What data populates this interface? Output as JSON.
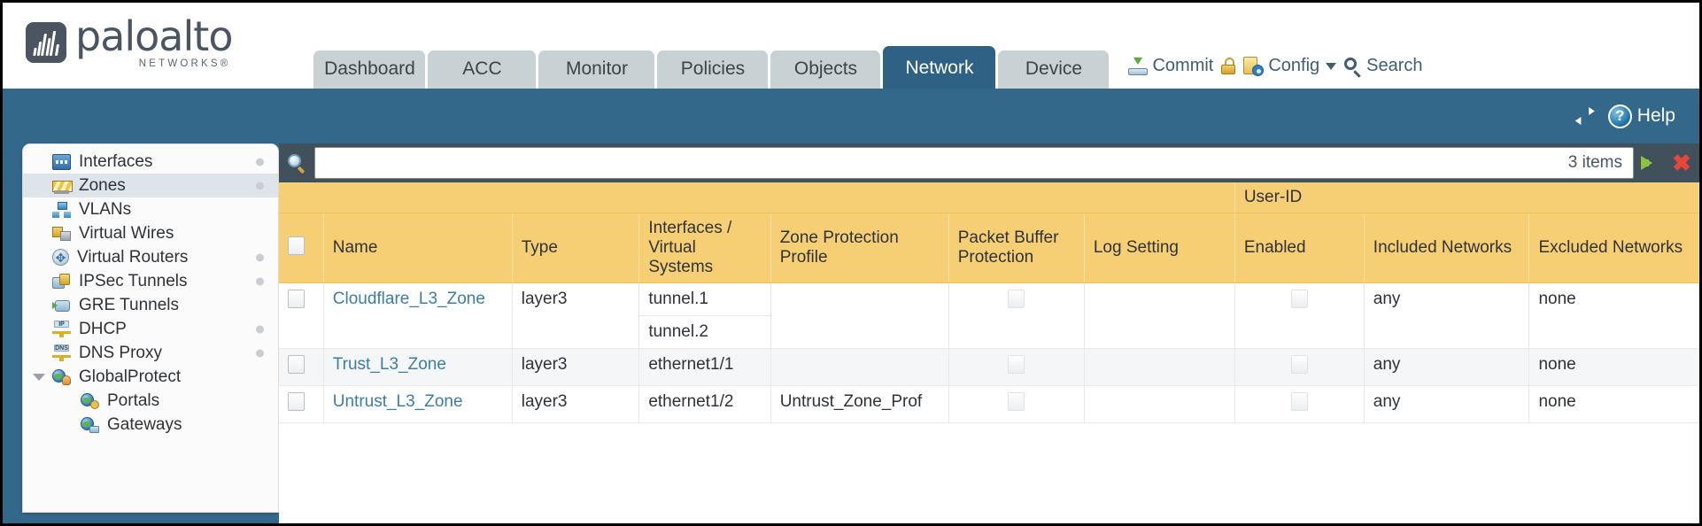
{
  "brand": {
    "name": "paloalto",
    "tagline": "NETWORKS®"
  },
  "tabs": [
    {
      "label": "Dashboard",
      "active": false
    },
    {
      "label": "ACC",
      "active": false
    },
    {
      "label": "Monitor",
      "active": false
    },
    {
      "label": "Policies",
      "active": false
    },
    {
      "label": "Objects",
      "active": false
    },
    {
      "label": "Network",
      "active": true
    },
    {
      "label": "Device",
      "active": false
    }
  ],
  "top_actions": {
    "commit": "Commit",
    "config": "Config",
    "search": "Search"
  },
  "blue_bar": {
    "help": "Help"
  },
  "sidebar": {
    "items": [
      {
        "label": "Interfaces",
        "icon": "interfaces-icon",
        "selected": false,
        "dot": true,
        "sub": false,
        "expander": false
      },
      {
        "label": "Zones",
        "icon": "zones-icon",
        "selected": true,
        "dot": true,
        "sub": false,
        "expander": false
      },
      {
        "label": "VLANs",
        "icon": "vlans-icon",
        "selected": false,
        "dot": false,
        "sub": false,
        "expander": false
      },
      {
        "label": "Virtual Wires",
        "icon": "virtual-wires-icon",
        "selected": false,
        "dot": false,
        "sub": false,
        "expander": false
      },
      {
        "label": "Virtual Routers",
        "icon": "virtual-routers-icon",
        "selected": false,
        "dot": true,
        "sub": false,
        "expander": false
      },
      {
        "label": "IPSec Tunnels",
        "icon": "ipsec-tunnels-icon",
        "selected": false,
        "dot": true,
        "sub": false,
        "expander": false
      },
      {
        "label": "GRE Tunnels",
        "icon": "gre-tunnels-icon",
        "selected": false,
        "dot": false,
        "sub": false,
        "expander": false
      },
      {
        "label": "DHCP",
        "icon": "dhcp-icon",
        "selected": false,
        "dot": true,
        "sub": false,
        "expander": false
      },
      {
        "label": "DNS Proxy",
        "icon": "dns-proxy-icon",
        "selected": false,
        "dot": true,
        "sub": false,
        "expander": false
      },
      {
        "label": "GlobalProtect",
        "icon": "globalprotect-icon",
        "selected": false,
        "dot": false,
        "sub": false,
        "expander": true
      },
      {
        "label": "Portals",
        "icon": "portals-icon",
        "selected": false,
        "dot": false,
        "sub": true,
        "expander": false
      },
      {
        "label": "Gateways",
        "icon": "gateways-icon",
        "selected": false,
        "dot": false,
        "sub": true,
        "expander": false
      }
    ]
  },
  "search": {
    "value": "",
    "item_count": "3 items"
  },
  "table": {
    "group_header": "User-ID",
    "columns": [
      "Name",
      "Type",
      "Interfaces / Virtual Systems",
      "Zone Protection Profile",
      "Packet Buffer Protection",
      "Log Setting",
      "Enabled",
      "Included Networks",
      "Excluded Networks"
    ],
    "rows": [
      {
        "name": "Cloudflare_L3_Zone",
        "type": "layer3",
        "interfaces": [
          "tunnel.1",
          "tunnel.2"
        ],
        "zone_protection_profile": "",
        "packet_buffer_protection": false,
        "log_setting": "",
        "enabled": false,
        "included_networks": "any",
        "excluded_networks": "none"
      },
      {
        "name": "Trust_L3_Zone",
        "type": "layer3",
        "interfaces": [
          "ethernet1/1"
        ],
        "zone_protection_profile": "",
        "packet_buffer_protection": false,
        "log_setting": "",
        "enabled": false,
        "included_networks": "any",
        "excluded_networks": "none"
      },
      {
        "name": "Untrust_L3_Zone",
        "type": "layer3",
        "interfaces": [
          "ethernet1/2"
        ],
        "zone_protection_profile": "Untrust_Zone_Prof",
        "packet_buffer_protection": false,
        "log_setting": "",
        "enabled": false,
        "included_networks": "any",
        "excluded_networks": "none"
      }
    ]
  },
  "colors": {
    "brand_blue": "#33688a",
    "active_tab": "#2e6184",
    "table_header": "#f6cf74",
    "group_header": "#e0b341",
    "link": "#3a7fa5"
  }
}
